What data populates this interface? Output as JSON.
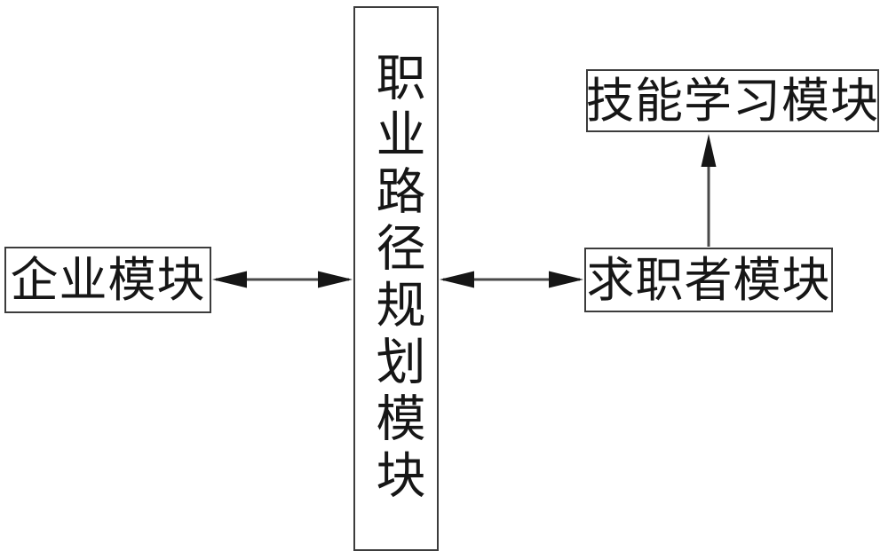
{
  "diagram": {
    "title": "module relationship diagram",
    "colors": {
      "background": "#ffffff",
      "box_border": "#3c3c3c",
      "line": "#4a4a4a",
      "arrowhead": "#161616",
      "text": "#161616"
    },
    "boxes": {
      "center": {
        "label": "职业路径规划模块"
      },
      "left": {
        "label": "企业模块"
      },
      "right": {
        "label": "求职者模块"
      },
      "top_right": {
        "label": "技能学习模块"
      }
    },
    "connections": [
      {
        "from": "企业模块",
        "to": "职业路径规划模块",
        "type": "double-headed-arrow",
        "orientation": "horizontal"
      },
      {
        "from": "职业路径规划模块",
        "to": "求职者模块",
        "type": "double-headed-arrow",
        "orientation": "horizontal"
      },
      {
        "from": "求职者模块",
        "to": "技能学习模块",
        "type": "single-arrow-up",
        "orientation": "vertical"
      }
    ]
  }
}
